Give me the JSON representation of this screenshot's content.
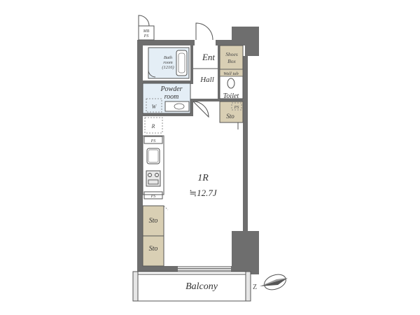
{
  "floorplan": {
    "rooms": {
      "main_room": {
        "name": "1R",
        "area": "≒12.7J"
      },
      "entrance": "Ent",
      "hall": "Hall",
      "bathroom": {
        "name": "Bath",
        "line2": "room",
        "size": "(1216)"
      },
      "powder_room": {
        "line1": "Powder",
        "line2": "room"
      },
      "toilet": "Toilet",
      "shoes_box": {
        "line1": "Shoes",
        "line2": "Box"
      },
      "wall_tab": "Wall tab",
      "balcony": "Balcony"
    },
    "fixtures": {
      "mb_ps": {
        "line1": "MB",
        "line2": "PS"
      },
      "washer": "W",
      "refrigerator": "R",
      "ps_labels": [
        "PS",
        "PS",
        "PS"
      ],
      "storage_labels": [
        "Sto",
        "Sto",
        "Sto"
      ]
    },
    "colors": {
      "wall": "#6e6e6e",
      "storage_fill": "#d9cfb4",
      "wet_area_fill": "#e4eef6",
      "accent": "#444444"
    },
    "icons": [
      "compass-north-icon",
      "door-swing-icon",
      "bathtub-icon",
      "toilet-icon",
      "sink-icon",
      "stove-icon"
    ]
  }
}
